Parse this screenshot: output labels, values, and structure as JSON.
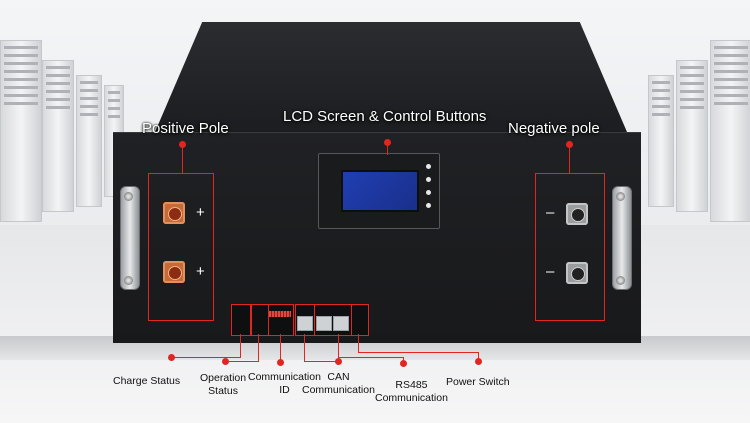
{
  "callouts": {
    "top": {
      "positive_pole": "Positive Pole",
      "lcd": "LCD Screen & Control Buttons",
      "negative_pole": "Negative pole"
    },
    "bottom": {
      "charge_status": "Charge Status",
      "operation_status_1": "Operation",
      "operation_status_2": "Status",
      "comm_id_1": "Communication",
      "comm_id_2": "ID",
      "can_1": "CAN",
      "can_2": "Communication",
      "rs485_1": "RS485",
      "rs485_2": "Communication",
      "power_switch": "Power Switch"
    }
  },
  "poles": {
    "positive_sign": "+",
    "negative_sign": "–"
  },
  "colors": {
    "callout_red": "#e2261f",
    "case_black": "#1c1d20",
    "lcd_blue": "#1f3fb3",
    "positive_terminal": "#c86a37"
  }
}
